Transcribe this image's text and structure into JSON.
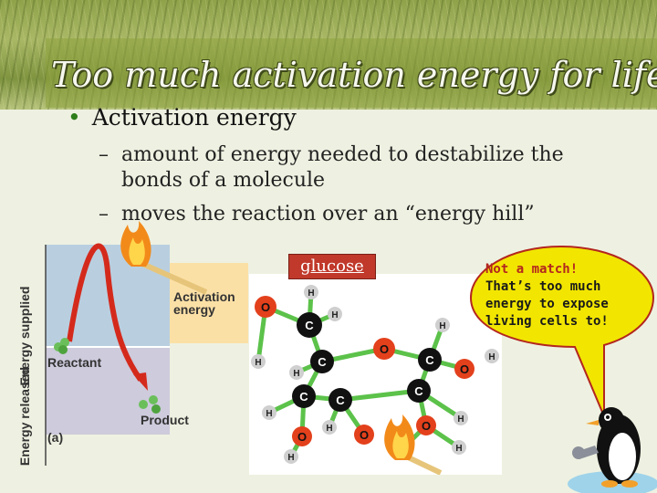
{
  "slide": {
    "title": "Too much activation energy for life",
    "bullet": "Activation energy",
    "sub1_line1": "amount of energy needed to destabilize the",
    "sub1_line2": "bonds of a molecule",
    "sub2": "moves the reaction over an “energy hill”",
    "dash": "–",
    "bullet_mark": "•"
  },
  "diagram": {
    "axis_supplied": "Energy supplied",
    "axis_released": "Energy released",
    "activation_line1": "Activation",
    "activation_line2": "energy",
    "reactant": "Reactant",
    "product": "Product",
    "panel": "(a)"
  },
  "molecule": {
    "label": "glucose",
    "atoms": {
      "O": "O",
      "C": "C",
      "H": "H"
    }
  },
  "callout": {
    "line1": "Not a match!",
    "line2": "That’s too much",
    "line3": "energy to expose",
    "line4": "living cells to!"
  },
  "colors": {
    "accent_green": "#2e7d1a",
    "oxygen": "#e3401c",
    "carbon": "#111111",
    "bond": "#5cc24a",
    "callout": "#f2e600"
  }
}
